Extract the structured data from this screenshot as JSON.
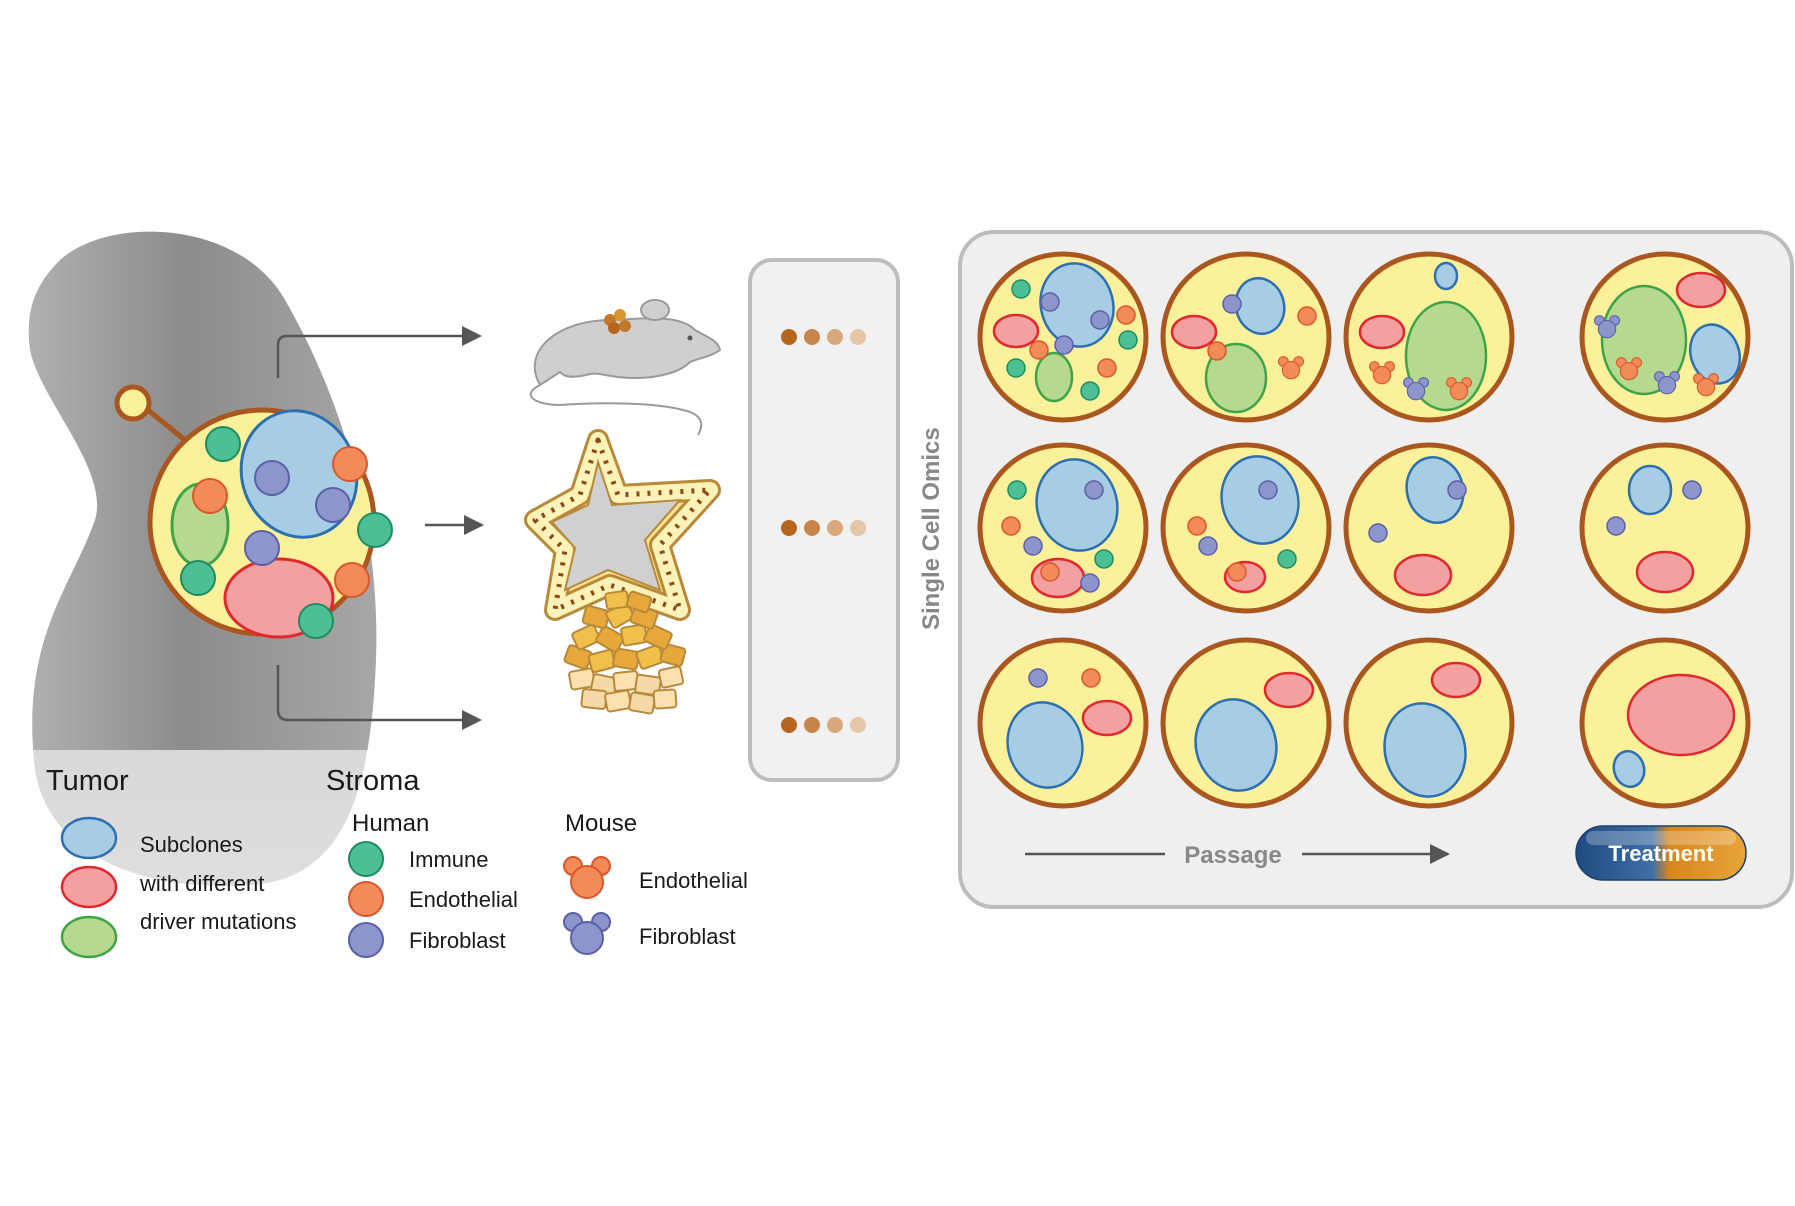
{
  "labels": {
    "tumor": "Tumor",
    "stroma": "Stroma",
    "human": "Human",
    "mouse": "Mouse",
    "single_cell_omics": "Single Cell Omics",
    "passage": "Passage",
    "treatment": "Treatment"
  },
  "legend": {
    "subclones": [
      "Subclones",
      "with different",
      "driver mutations"
    ],
    "human_cells": [
      "Immune",
      "Endothelial",
      "Fibroblast"
    ],
    "mouse_cells": [
      "Endothelial",
      "Fibroblast"
    ]
  },
  "colors": {
    "blue_subclone": "#a6cde3",
    "blue_edge": "#2e6fb0",
    "red_subclone": "#f3a0a0",
    "red_edge": "#e0282e",
    "green_subclone": "#b5d98d",
    "green_edge": "#3fa34a",
    "immune": "#4cbf95",
    "endothelial": "#f28a5a",
    "fibroblast": "#8e94cc",
    "cell_fill": "#fbf19a",
    "cell_edge": "#a9561f",
    "tumor_grey": "#8f8f8f",
    "panel_bg": "#eeeeee",
    "treatment_blue": "#2c5a8f",
    "treatment_orange": "#d88a1e"
  },
  "icons": [
    "mouse-icon",
    "organoid-icon",
    "cell-cluster-icon",
    "arrow-icon"
  ]
}
